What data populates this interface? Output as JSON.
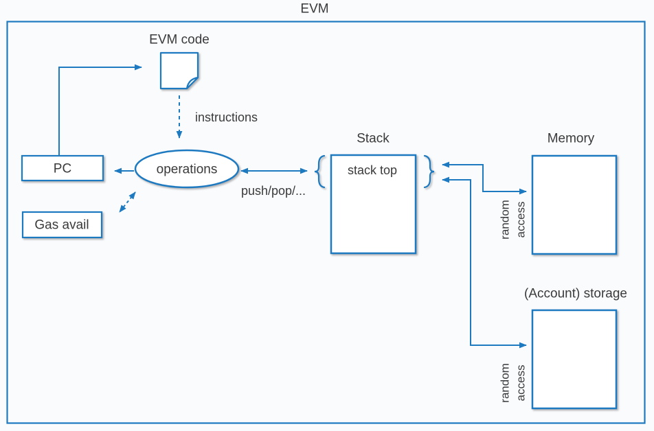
{
  "title": "EVM",
  "colors": {
    "accent": "#1e7ac0",
    "text": "#3a3a3a",
    "node_fill": "#ffffff",
    "background": "#fafbfd"
  },
  "nodes": {
    "evm_code": {
      "label": "EVM code"
    },
    "pc": {
      "label": "PC"
    },
    "gas": {
      "label": "Gas avail"
    },
    "operations": {
      "label": "operations"
    },
    "stack": {
      "label": "Stack",
      "top": "stack top"
    },
    "memory": {
      "label": "Memory"
    },
    "storage": {
      "label": "(Account) storage"
    }
  },
  "edges": {
    "instructions": {
      "label": "instructions"
    },
    "push_pop": {
      "label": "push/pop/..."
    },
    "memory_access": {
      "line1": "random",
      "line2": "access"
    },
    "storage_access": {
      "line1": "random",
      "line2": "access"
    }
  }
}
